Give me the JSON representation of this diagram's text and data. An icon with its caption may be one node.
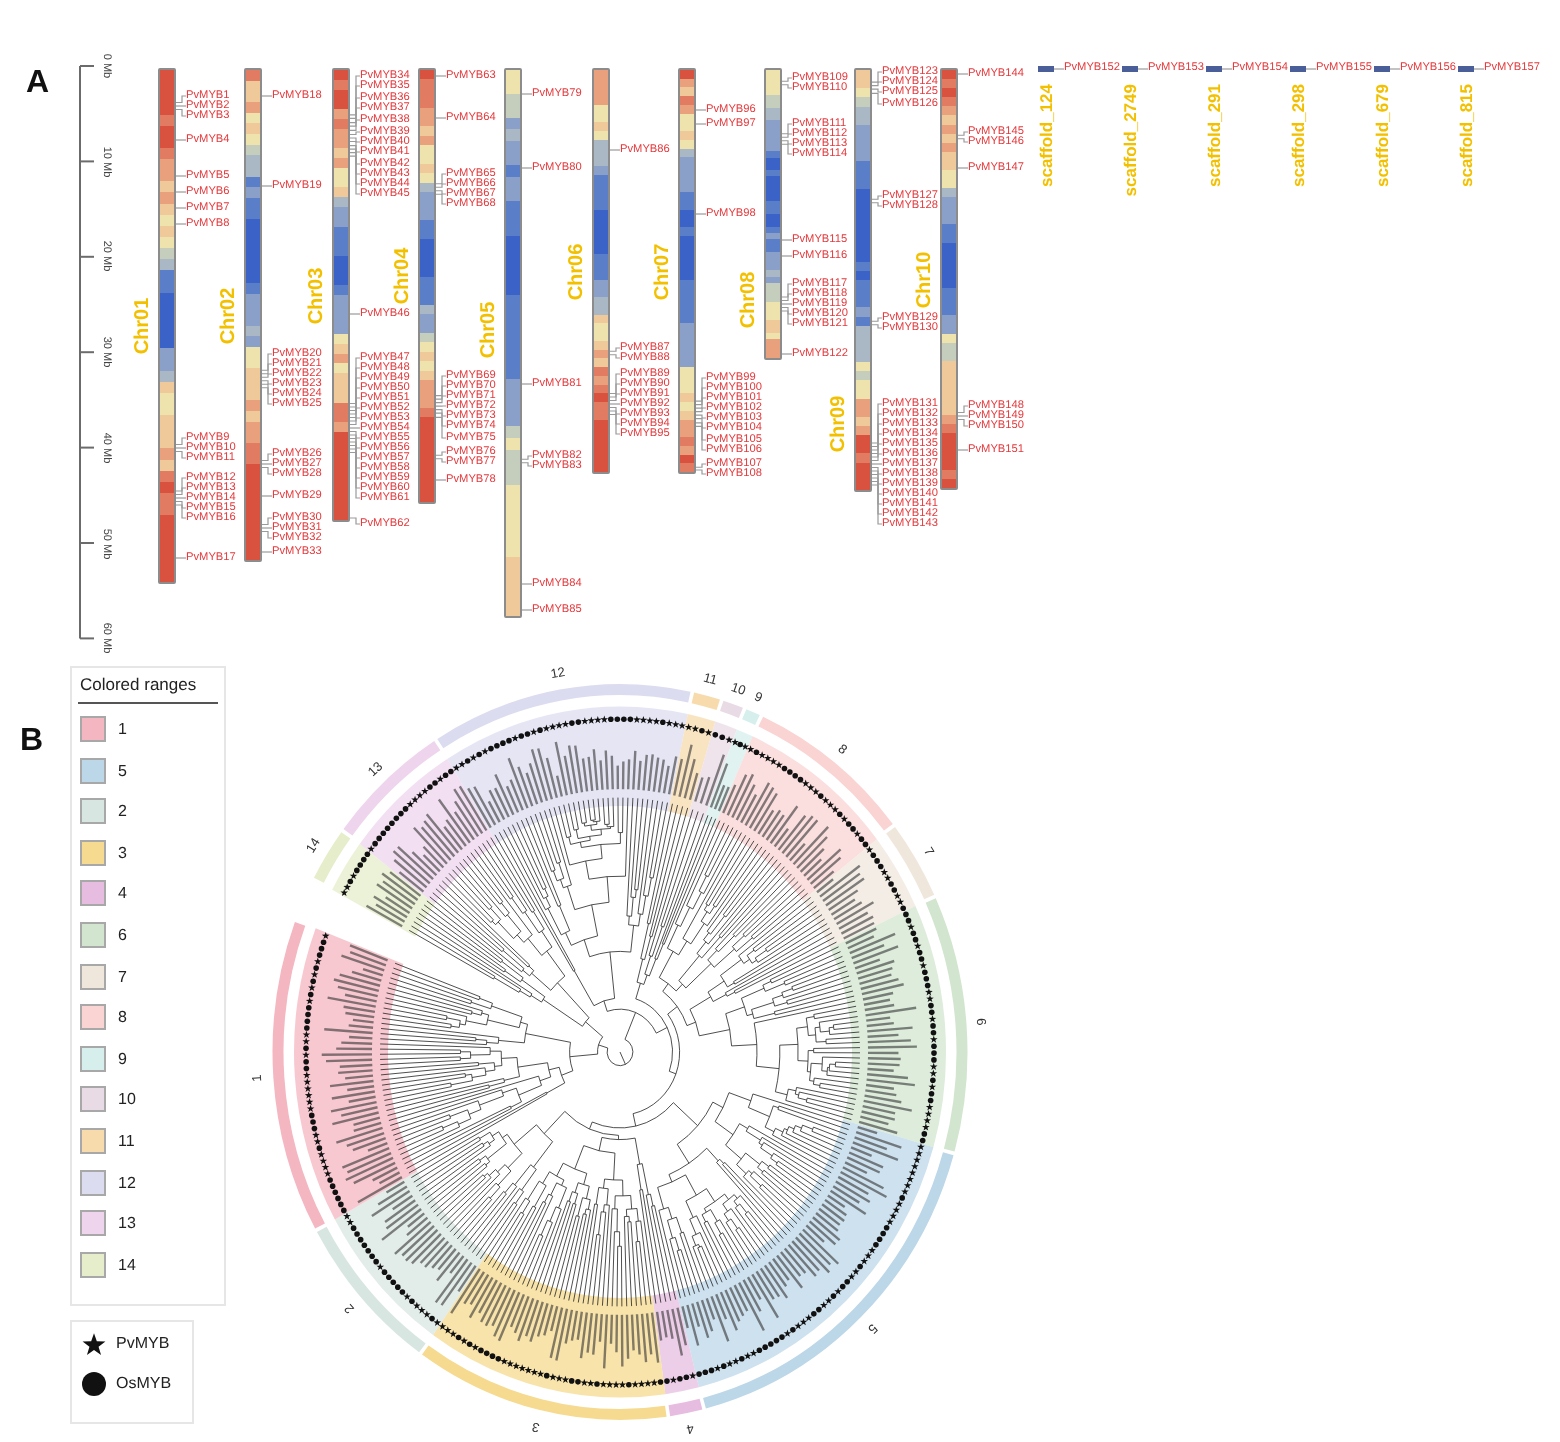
{
  "diagram": {
    "nodes": [
      {
        "text": [
          "Chr01"
        ]
      },
      {
        "text": [
          "PvMYB1"
        ]
      },
      {
        "text": [
          "PvMYB2"
        ]
      },
      {
        "text": [
          "PvMYB3"
        ]
      },
      {
        "text": [
          "PvMYB4"
        ]
      },
      {
        "text": [
          "PvMYB5"
        ]
      },
      {
        "text": [
          "PvMYB6"
        ]
      },
      {
        "text": [
          "PvMYB7"
        ]
      },
      {
        "text": [
          "PvMYB8"
        ]
      },
      {
        "text": [
          "PvMYB9"
        ]
      },
      {
        "text": [
          "PvMYB10"
        ]
      },
      {
        "text": [
          "PvMYB11"
        ]
      },
      {
        "text": [
          "PvMYB12"
        ]
      },
      {
        "text": [
          "PvMYB13"
        ]
      },
      {
        "text": [
          "PvMYB14"
        ]
      },
      {
        "text": [
          "PvMYB15"
        ]
      },
      {
        "text": [
          "PvMYB16"
        ]
      },
      {
        "text": [
          "PvMYB17"
        ]
      },
      {
        "text": [
          "Chr02"
        ]
      },
      {
        "text": [
          "PvMYB18"
        ]
      },
      {
        "text": [
          "PvMYB19"
        ]
      },
      {
        "text": [
          "PvMYB20"
        ]
      },
      {
        "text": [
          "PvMYB21"
        ]
      },
      {
        "text": [
          "PvMYB22"
        ]
      },
      {
        "text": [
          "PvMYB23"
        ]
      },
      {
        "text": [
          "PvMYB24"
        ]
      },
      {
        "text": [
          "PvMYB25"
        ]
      },
      {
        "text": [
          "PvMYB26"
        ]
      },
      {
        "text": [
          "PvMYB27"
        ]
      },
      {
        "text": [
          "PvMYB28"
        ]
      },
      {
        "text": [
          "PvMYB29"
        ]
      },
      {
        "text": [
          "PvMYB30"
        ]
      },
      {
        "text": [
          "PvMYB31"
        ]
      },
      {
        "text": [
          "PvMYB32"
        ]
      },
      {
        "text": [
          "PvMYB33"
        ]
      },
      {
        "text": [
          "Chr03"
        ]
      },
      {
        "text": [
          "PvMYB34"
        ]
      },
      {
        "text": [
          "PvMYB35"
        ]
      },
      {
        "text": [
          "PvMYB36"
        ]
      },
      {
        "text": [
          "PvMYB37"
        ]
      },
      {
        "text": [
          "PvMYB38"
        ]
      },
      {
        "text": [
          "PvMYB39"
        ]
      },
      {
        "text": [
          "PvMYB40"
        ]
      },
      {
        "text": [
          "PvMYB41"
        ]
      },
      {
        "text": [
          "PvMYB42"
        ]
      },
      {
        "text": [
          "PvMYB43"
        ]
      },
      {
        "text": [
          "PvMYB44"
        ]
      },
      {
        "text": [
          "PvMYB45"
        ]
      },
      {
        "text": [
          "PvMYB46"
        ]
      },
      {
        "text": [
          "PvMYB47"
        ]
      },
      {
        "text": [
          "PvMYB48"
        ]
      },
      {
        "text": [
          "PvMYB49"
        ]
      },
      {
        "text": [
          "PvMYB50"
        ]
      },
      {
        "text": [
          "PvMYB51"
        ]
      },
      {
        "text": [
          "PvMYB52"
        ]
      },
      {
        "text": [
          "PvMYB53"
        ]
      },
      {
        "text": [
          "PvMYB54"
        ]
      },
      {
        "text": [
          "PvMYB55"
        ]
      },
      {
        "text": [
          "PvMYB56"
        ]
      },
      {
        "text": [
          "PvMYB57"
        ]
      },
      {
        "text": [
          "PvMYB58"
        ]
      },
      {
        "text": [
          "PvMYB59"
        ]
      },
      {
        "text": [
          "PvMYB60"
        ]
      },
      {
        "text": [
          "PvMYB61"
        ]
      },
      {
        "text": [
          "PvMYB62"
        ]
      },
      {
        "text": [
          "Chr04"
        ]
      },
      {
        "text": [
          "PvMYB63"
        ]
      },
      {
        "text": [
          "PvMYB64"
        ]
      },
      {
        "text": [
          "PvMYB65"
        ]
      },
      {
        "text": [
          "PvMYB66"
        ]
      },
      {
        "text": [
          "PvMYB67"
        ]
      },
      {
        "text": [
          "PvMYB68"
        ]
      },
      {
        "text": [
          "PvMYB69"
        ]
      },
      {
        "text": [
          "PvMYB70"
        ]
      },
      {
        "text": [
          "PvMYB71"
        ]
      },
      {
        "text": [
          "PvMYB72"
        ]
      },
      {
        "text": [
          "PvMYB73"
        ]
      },
      {
        "text": [
          "PvMYB74"
        ]
      },
      {
        "text": [
          "PvMYB75"
        ]
      },
      {
        "text": [
          "PvMYB76"
        ]
      },
      {
        "text": [
          "PvMYB77"
        ]
      },
      {
        "text": [
          "PvMYB78"
        ]
      },
      {
        "text": [
          "Chr05"
        ]
      },
      {
        "text": [
          "PvMYB79"
        ]
      },
      {
        "text": [
          "PvMYB80"
        ]
      },
      {
        "text": [
          "PvMYB81"
        ]
      },
      {
        "text": [
          "PvMYB82"
        ]
      },
      {
        "text": [
          "PvMYB83"
        ]
      },
      {
        "text": [
          "PvMYB84"
        ]
      },
      {
        "text": [
          "PvMYB85"
        ]
      },
      {
        "text": [
          "Chr06"
        ]
      },
      {
        "text": [
          "PvMYB86"
        ]
      },
      {
        "text": [
          "PvMYB87"
        ]
      },
      {
        "text": [
          "PvMYB88"
        ]
      },
      {
        "text": [
          "PvMYB89"
        ]
      },
      {
        "text": [
          "PvMYB90"
        ]
      },
      {
        "text": [
          "PvMYB91"
        ]
      },
      {
        "text": [
          "PvMYB92"
        ]
      },
      {
        "text": [
          "PvMYB93"
        ]
      },
      {
        "text": [
          "PvMYB94"
        ]
      },
      {
        "text": [
          "PvMYB95"
        ]
      },
      {
        "text": [
          "Chr07"
        ]
      },
      {
        "text": [
          "PvMYB96"
        ]
      },
      {
        "text": [
          "PvMYB97"
        ]
      },
      {
        "text": [
          "PvMYB98"
        ]
      },
      {
        "text": [
          "PvMYB99"
        ]
      },
      {
        "text": [
          "PvMYB100"
        ]
      },
      {
        "text": [
          "PvMYB101"
        ]
      },
      {
        "text": [
          "PvMYB102"
        ]
      },
      {
        "text": [
          "PvMYB103"
        ]
      },
      {
        "text": [
          "PvMYB104"
        ]
      },
      {
        "text": [
          "PvMYB105"
        ]
      },
      {
        "text": [
          "PvMYB106"
        ]
      },
      {
        "text": [
          "PvMYB107"
        ]
      },
      {
        "text": [
          "PvMYB108"
        ]
      },
      {
        "text": [
          "Chr08"
        ]
      },
      {
        "text": [
          "PvMYB109"
        ]
      },
      {
        "text": [
          "PvMYB110"
        ]
      },
      {
        "text": [
          "PvMYB111"
        ]
      },
      {
        "text": [
          "PvMYB112"
        ]
      },
      {
        "text": [
          "PvMYB113"
        ]
      },
      {
        "text": [
          "PvMYB114"
        ]
      },
      {
        "text": [
          "PvMYB115"
        ]
      },
      {
        "text": [
          "PvMYB116"
        ]
      },
      {
        "text": [
          "PvMYB117"
        ]
      },
      {
        "text": [
          "PvMYB118"
        ]
      },
      {
        "text": [
          "PvMYB119"
        ]
      },
      {
        "text": [
          "PvMYB120"
        ]
      },
      {
        "text": [
          "PvMYB121"
        ]
      },
      {
        "text": [
          "PvMYB122"
        ]
      },
      {
        "text": [
          "Chr09"
        ]
      },
      {
        "text": [
          "PvMYB123"
        ]
      },
      {
        "text": [
          "PvMYB124"
        ]
      },
      {
        "text": [
          "PvMYB125"
        ]
      },
      {
        "text": [
          "PvMYB126"
        ]
      },
      {
        "text": [
          "PvMYB127"
        ]
      },
      {
        "text": [
          "PvMYB128"
        ]
      },
      {
        "text": [
          "PvMYB129"
        ]
      },
      {
        "text": [
          "PvMYB130"
        ]
      },
      {
        "text": [
          "PvMYB131"
        ]
      },
      {
        "text": [
          "PvMYB132"
        ]
      },
      {
        "text": [
          "PvMYB133"
        ]
      },
      {
        "text": [
          "PvMYB134"
        ]
      },
      {
        "text": [
          "PvMYB135"
        ]
      },
      {
        "text": [
          "PvMYB136"
        ]
      },
      {
        "text": [
          "PvMYB137"
        ]
      },
      {
        "text": [
          "PvMYB138"
        ]
      },
      {
        "text": [
          "PvMYB139"
        ]
      },
      {
        "text": [
          "PvMYB140"
        ]
      },
      {
        "text": [
          "PvMYB141"
        ]
      },
      {
        "text": [
          "PvMYB142"
        ]
      },
      {
        "text": [
          "PvMYB143"
        ]
      },
      {
        "text": [
          "Chr10"
        ]
      },
      {
        "text": [
          "PvMYB144"
        ]
      },
      {
        "text": [
          "PvMYB145"
        ]
      },
      {
        "text": [
          "PvMYB146"
        ]
      },
      {
        "text": [
          "PvMYB147"
        ]
      },
      {
        "text": [
          "PvMYB148"
        ]
      },
      {
        "text": [
          "PvMYB149"
        ]
      },
      {
        "text": [
          "PvMYB150"
        ]
      },
      {
        "text": [
          "PvMYB151"
        ]
      },
      {
        "text": [
          "scaffold_124"
        ]
      },
      {
        "text": [
          "PvMYB152"
        ]
      },
      {
        "text": [
          "scaffold_2749"
        ]
      },
      {
        "text": [
          "PvMYB153"
        ]
      },
      {
        "text": [
          "scaffold_291"
        ]
      },
      {
        "text": [
          "PvMYB154"
        ]
      },
      {
        "text": [
          "scaffold_298"
        ]
      },
      {
        "text": [
          "PvMYB155"
        ]
      },
      {
        "text": [
          "scaffold_679"
        ]
      },
      {
        "text": [
          "PvMYB156"
        ]
      },
      {
        "text": [
          "scaffold_815"
        ]
      },
      {
        "text": [
          "PvMYB157"
        ]
      }
    ],
    "edges": [
      {
        "from": 1,
        "to": 0,
        "arrow": "none"
      },
      {
        "from": 2,
        "to": 0,
        "arrow": "none"
      },
      {
        "from": 3,
        "to": 0,
        "arrow": "none"
      },
      {
        "from": 4,
        "to": 0,
        "arrow": "none"
      },
      {
        "from": 5,
        "to": 0,
        "arrow": "none"
      },
      {
        "from": 6,
        "to": 0,
        "arrow": "none"
      },
      {
        "from": 7,
        "to": 0,
        "arrow": "none"
      },
      {
        "from": 8,
        "to": 0,
        "arrow": "none"
      },
      {
        "from": 9,
        "to": 0,
        "arrow": "none"
      },
      {
        "from": 10,
        "to": 0,
        "arrow": "none"
      },
      {
        "from": 11,
        "to": 0,
        "arrow": "none"
      },
      {
        "from": 12,
        "to": 0,
        "arrow": "none"
      },
      {
        "from": 13,
        "to": 0,
        "arrow": "none"
      },
      {
        "from": 14,
        "to": 0,
        "arrow": "none"
      },
      {
        "from": 15,
        "to": 0,
        "arrow": "none"
      },
      {
        "from": 16,
        "to": 0,
        "arrow": "none"
      },
      {
        "from": 17,
        "to": 0,
        "arrow": "none"
      },
      {
        "from": 19,
        "to": 18,
        "arrow": "none"
      },
      {
        "from": 20,
        "to": 18,
        "arrow": "none"
      },
      {
        "from": 21,
        "to": 18,
        "arrow": "none"
      },
      {
        "from": 22,
        "to": 18,
        "arrow": "none"
      },
      {
        "from": 23,
        "to": 18,
        "arrow": "none"
      },
      {
        "from": 24,
        "to": 18,
        "arrow": "none"
      },
      {
        "from": 25,
        "to": 18,
        "arrow": "none"
      },
      {
        "from": 26,
        "to": 18,
        "arrow": "none"
      },
      {
        "from": 27,
        "to": 18,
        "arrow": "none"
      },
      {
        "from": 28,
        "to": 18,
        "arrow": "none"
      },
      {
        "from": 29,
        "to": 18,
        "arrow": "none"
      },
      {
        "from": 30,
        "to": 18,
        "arrow": "none"
      },
      {
        "from": 31,
        "to": 18,
        "arrow": "none"
      },
      {
        "from": 32,
        "to": 18,
        "arrow": "none"
      },
      {
        "from": 33,
        "to": 18,
        "arrow": "none"
      },
      {
        "from": 34,
        "to": 18,
        "arrow": "none"
      },
      {
        "from": 36,
        "to": 35,
        "arrow": "none"
      },
      {
        "from": 37,
        "to": 35,
        "arrow": "none"
      },
      {
        "from": 38,
        "to": 35,
        "arrow": "none"
      },
      {
        "from": 39,
        "to": 35,
        "arrow": "none"
      },
      {
        "from": 40,
        "to": 35,
        "arrow": "none"
      },
      {
        "from": 41,
        "to": 35,
        "arrow": "none"
      },
      {
        "from": 42,
        "to": 35,
        "arrow": "none"
      },
      {
        "from": 43,
        "to": 35,
        "arrow": "none"
      },
      {
        "from": 44,
        "to": 35,
        "arrow": "none"
      },
      {
        "from": 45,
        "to": 35,
        "arrow": "none"
      },
      {
        "from": 46,
        "to": 35,
        "arrow": "none"
      },
      {
        "from": 47,
        "to": 35,
        "arrow": "none"
      },
      {
        "from": 48,
        "to": 35,
        "arrow": "none"
      },
      {
        "from": 49,
        "to": 35,
        "arrow": "none"
      },
      {
        "from": 50,
        "to": 35,
        "arrow": "none"
      },
      {
        "from": 51,
        "to": 35,
        "arrow": "none"
      },
      {
        "from": 52,
        "to": 35,
        "arrow": "none"
      },
      {
        "from": 53,
        "to": 35,
        "arrow": "none"
      },
      {
        "from": 54,
        "to": 35,
        "arrow": "none"
      },
      {
        "from": 55,
        "to": 35,
        "arrow": "none"
      },
      {
        "from": 56,
        "to": 35,
        "arrow": "none"
      },
      {
        "from": 57,
        "to": 35,
        "arrow": "none"
      },
      {
        "from": 58,
        "to": 35,
        "arrow": "none"
      },
      {
        "from": 59,
        "to": 35,
        "arrow": "none"
      },
      {
        "from": 60,
        "to": 35,
        "arrow": "none"
      },
      {
        "from": 61,
        "to": 35,
        "arrow": "none"
      },
      {
        "from": 62,
        "to": 35,
        "arrow": "none"
      },
      {
        "from": 63,
        "to": 35,
        "arrow": "none"
      },
      {
        "from": 64,
        "to": 35,
        "arrow": "none"
      },
      {
        "from": 66,
        "to": 65,
        "arrow": "none"
      },
      {
        "from": 67,
        "to": 65,
        "arrow": "none"
      },
      {
        "from": 68,
        "to": 65,
        "arrow": "none"
      },
      {
        "from": 69,
        "to": 65,
        "arrow": "none"
      },
      {
        "from": 70,
        "to": 65,
        "arrow": "none"
      },
      {
        "from": 71,
        "to": 65,
        "arrow": "none"
      },
      {
        "from": 72,
        "to": 65,
        "arrow": "none"
      },
      {
        "from": 73,
        "to": 65,
        "arrow": "none"
      },
      {
        "from": 74,
        "to": 65,
        "arrow": "none"
      },
      {
        "from": 75,
        "to": 65,
        "arrow": "none"
      },
      {
        "from": 76,
        "to": 65,
        "arrow": "none"
      },
      {
        "from": 77,
        "to": 65,
        "arrow": "none"
      },
      {
        "from": 78,
        "to": 65,
        "arrow": "none"
      },
      {
        "from": 79,
        "to": 65,
        "arrow": "none"
      },
      {
        "from": 80,
        "to": 65,
        "arrow": "none"
      },
      {
        "from": 81,
        "to": 65,
        "arrow": "none"
      },
      {
        "from": 83,
        "to": 82,
        "arrow": "none"
      },
      {
        "from": 84,
        "to": 82,
        "arrow": "none"
      },
      {
        "from": 85,
        "to": 82,
        "arrow": "none"
      },
      {
        "from": 86,
        "to": 82,
        "arrow": "none"
      },
      {
        "from": 87,
        "to": 82,
        "arrow": "none"
      },
      {
        "from": 88,
        "to": 82,
        "arrow": "none"
      },
      {
        "from": 89,
        "to": 82,
        "arrow": "none"
      },
      {
        "from": 91,
        "to": 90,
        "arrow": "none"
      },
      {
        "from": 92,
        "to": 90,
        "arrow": "none"
      },
      {
        "from": 93,
        "to": 90,
        "arrow": "none"
      },
      {
        "from": 94,
        "to": 90,
        "arrow": "none"
      },
      {
        "from": 95,
        "to": 90,
        "arrow": "none"
      },
      {
        "from": 96,
        "to": 90,
        "arrow": "none"
      },
      {
        "from": 97,
        "to": 90,
        "arrow": "none"
      },
      {
        "from": 98,
        "to": 90,
        "arrow": "none"
      },
      {
        "from": 99,
        "to": 90,
        "arrow": "none"
      },
      {
        "from": 100,
        "to": 90,
        "arrow": "none"
      },
      {
        "from": 102,
        "to": 101,
        "arrow": "none"
      },
      {
        "from": 103,
        "to": 101,
        "arrow": "none"
      },
      {
        "from": 104,
        "to": 101,
        "arrow": "none"
      },
      {
        "from": 105,
        "to": 101,
        "arrow": "none"
      },
      {
        "from": 106,
        "to": 101,
        "arrow": "none"
      },
      {
        "from": 107,
        "to": 101,
        "arrow": "none"
      },
      {
        "from": 108,
        "to": 101,
        "arrow": "none"
      },
      {
        "from": 109,
        "to": 101,
        "arrow": "none"
      },
      {
        "from": 110,
        "to": 101,
        "arrow": "none"
      },
      {
        "from": 111,
        "to": 101,
        "arrow": "none"
      },
      {
        "from": 112,
        "to": 101,
        "arrow": "none"
      },
      {
        "from": 113,
        "to": 101,
        "arrow": "none"
      },
      {
        "from": 114,
        "to": 101,
        "arrow": "none"
      },
      {
        "from": 116,
        "to": 115,
        "arrow": "none"
      },
      {
        "from": 117,
        "to": 115,
        "arrow": "none"
      },
      {
        "from": 118,
        "to": 115,
        "arrow": "none"
      },
      {
        "from": 119,
        "to": 115,
        "arrow": "none"
      },
      {
        "from": 120,
        "to": 115,
        "arrow": "none"
      },
      {
        "from": 121,
        "to": 115,
        "arrow": "none"
      },
      {
        "from": 122,
        "to": 115,
        "arrow": "none"
      },
      {
        "from": 123,
        "to": 115,
        "arrow": "none"
      },
      {
        "from": 124,
        "to": 115,
        "arrow": "none"
      },
      {
        "from": 125,
        "to": 115,
        "arrow": "none"
      },
      {
        "from": 126,
        "to": 115,
        "arrow": "none"
      },
      {
        "from": 127,
        "to": 115,
        "arrow": "none"
      },
      {
        "from": 128,
        "to": 115,
        "arrow": "none"
      },
      {
        "from": 129,
        "to": 115,
        "arrow": "none"
      },
      {
        "from": 131,
        "to": 130,
        "arrow": "none"
      },
      {
        "from": 132,
        "to": 130,
        "arrow": "none"
      },
      {
        "from": 133,
        "to": 130,
        "arrow": "none"
      },
      {
        "from": 134,
        "to": 130,
        "arrow": "none"
      },
      {
        "from": 135,
        "to": 130,
        "arrow": "none"
      },
      {
        "from": 136,
        "to": 130,
        "arrow": "none"
      },
      {
        "from": 137,
        "to": 130,
        "arrow": "none"
      },
      {
        "from": 138,
        "to": 130,
        "arrow": "none"
      },
      {
        "from": 139,
        "to": 130,
        "arrow": "none"
      },
      {
        "from": 140,
        "to": 130,
        "arrow": "none"
      },
      {
        "from": 141,
        "to": 130,
        "arrow": "none"
      },
      {
        "from": 142,
        "to": 130,
        "arrow": "none"
      },
      {
        "from": 143,
        "to": 130,
        "arrow": "none"
      },
      {
        "from": 144,
        "to": 130,
        "arrow": "none"
      },
      {
        "from": 145,
        "to": 130,
        "arrow": "none"
      },
      {
        "from": 146,
        "to": 130,
        "arrow": "none"
      },
      {
        "from": 147,
        "to": 130,
        "arrow": "none"
      },
      {
        "from": 148,
        "to": 130,
        "arrow": "none"
      },
      {
        "from": 149,
        "to": 130,
        "arrow": "none"
      },
      {
        "from": 150,
        "to": 130,
        "arrow": "none"
      },
      {
        "from": 151,
        "to": 130,
        "arrow": "none"
      },
      {
        "from": 153,
        "to": 152,
        "arrow": "none"
      },
      {
        "from": 154,
        "to": 152,
        "arrow": "none"
      },
      {
        "from": 155,
        "to": 152,
        "arrow": "none"
      },
      {
        "from": 156,
        "to": 152,
        "arrow": "none"
      },
      {
        "from": 157,
        "to": 152,
        "arrow": "none"
      },
      {
        "from": 158,
        "to": 152,
        "arrow": "none"
      },
      {
        "from": 159,
        "to": 152,
        "arrow": "none"
      },
      {
        "from": 160,
        "to": 152,
        "arrow": "none"
      },
      {
        "from": 162,
        "to": 161,
        "arrow": "none"
      },
      {
        "from": 164,
        "to": 163,
        "arrow": "none"
      },
      {
        "from": 166,
        "to": 165,
        "arrow": "none"
      },
      {
        "from": 168,
        "to": 167,
        "arrow": "none"
      },
      {
        "from": 170,
        "to": 169,
        "arrow": "none"
      },
      {
        "from": 172,
        "to": 171,
        "arrow": "none"
      }
    ],
    "labels": [
      "A",
      "0 Mb",
      "10 Mb",
      "20 Mb",
      "30 Mb",
      "40 Mb",
      "50 Mb",
      "60 Mb",
      "B",
      "Colored ranges",
      "12",
      "11",
      "10",
      "9",
      "8",
      "13",
      "14",
      "7",
      "6",
      "1",
      "2",
      "5",
      "3",
      "4"
    ],
    "legend": [
      {
        "text": "1",
        "color": "#f4b6c0"
      },
      {
        "text": "5",
        "color": "#bcd7e8"
      },
      {
        "text": "2",
        "color": "#d8e6e2"
      },
      {
        "text": "3",
        "color": "#f5da8f"
      },
      {
        "text": "4",
        "color": "#e6bde0"
      },
      {
        "text": "6",
        "color": "#d2e5cf"
      },
      {
        "text": "7",
        "color": "#efe7dc"
      },
      {
        "text": "8",
        "color": "#fad3d3"
      },
      {
        "text": "9",
        "color": "#d6efec"
      },
      {
        "text": "10",
        "color": "#e9dbe6"
      },
      {
        "text": "11",
        "color": "#f7dbad"
      },
      {
        "text": "12",
        "color": "#dcdcf0"
      },
      {
        "text": "13",
        "color": "#eed4ec"
      },
      {
        "text": "14",
        "color": "#e5edca"
      },
      {
        "text": "PvMYB"
      },
      {
        "text": "OsMYB"
      }
    ]
  }
}
